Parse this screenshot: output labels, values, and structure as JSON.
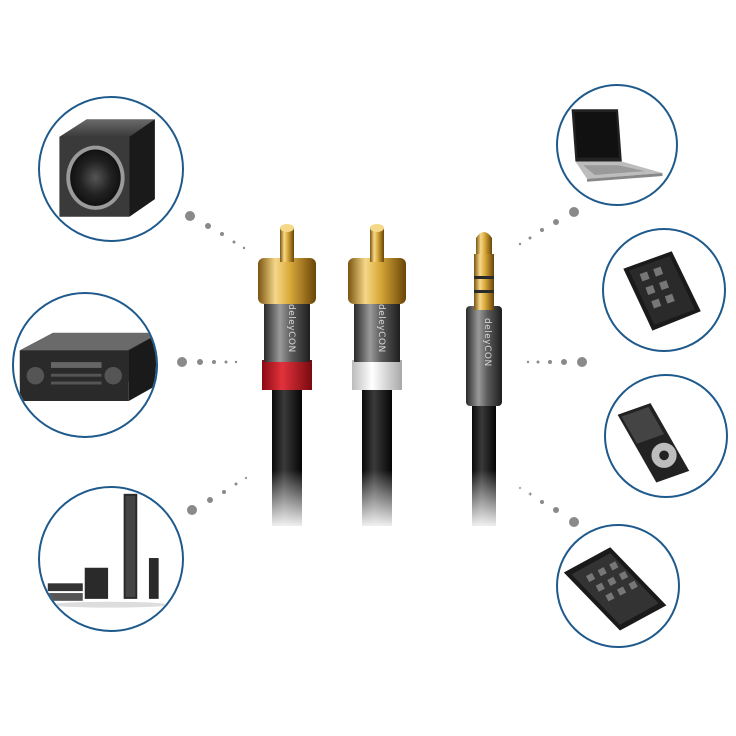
{
  "product": {
    "brand_text_left": "deleyCON",
    "brand_text_middle": "deleyCON",
    "brand_text_right": "deleyCON"
  },
  "left_devices": [
    {
      "name": "subwoofer-speaker"
    },
    {
      "name": "av-receiver"
    },
    {
      "name": "home-theater-system"
    }
  ],
  "right_devices": [
    {
      "name": "laptop"
    },
    {
      "name": "smartphone"
    },
    {
      "name": "mp3-player"
    },
    {
      "name": "tablet"
    }
  ],
  "colors": {
    "circle_border": "#1f5a8c",
    "dot": "#8a8a8a",
    "gold": "#d9a93a",
    "red_ring": "#d0202a",
    "white_ring": "#f2f2f2",
    "cable": "#1a1a1a"
  }
}
